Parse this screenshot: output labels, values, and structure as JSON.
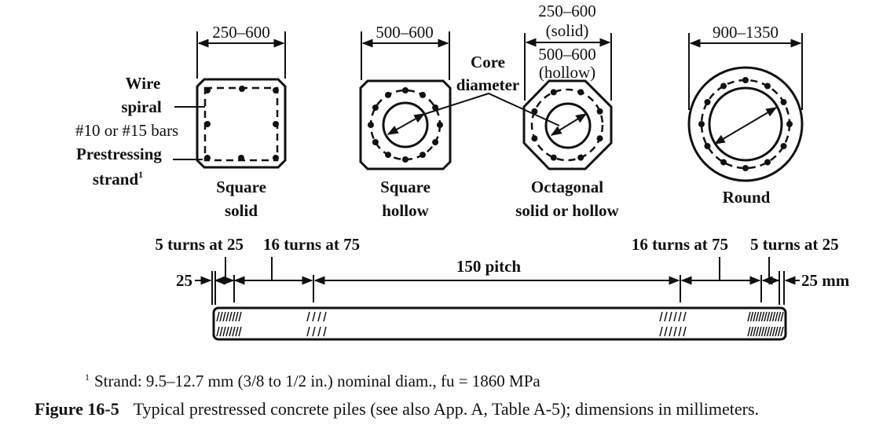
{
  "sections": {
    "square_solid": {
      "dimension": "250–600",
      "label_line1": "Square",
      "label_line2": "solid"
    },
    "square_hollow": {
      "dimension": "500–600",
      "label_line1": "Square",
      "label_line2": "hollow"
    },
    "octagonal": {
      "dimension_solid": "250–600",
      "dimension_solid_note": "(solid)",
      "dimension_hollow": "500–600",
      "dimension_hollow_note": "(hollow)",
      "label_line1": "Octagonal",
      "label_line2": "solid or hollow"
    },
    "round": {
      "dimension": "900–1350",
      "label_line1": "Round"
    }
  },
  "callouts": {
    "wire": "Wire",
    "spiral": "spiral",
    "bars": "#10 or #15 bars",
    "prestressing": "Prestressing",
    "strand": "strand",
    "strand_sup": "1",
    "core": "Core",
    "diameter": "diameter"
  },
  "elevation": {
    "left_turns_end": "5 turns at 25",
    "left_turns_mid": "16 turns at 75",
    "right_turns_mid": "16 turns at 75",
    "right_turns_end": "5 turns at 25",
    "pitch": "150 pitch",
    "left_end": "25",
    "right_end": "25 mm"
  },
  "footnote": {
    "mark": "1",
    "text": "Strand: 9.5–12.7 mm (3/8 to 1/2 in.) nominal diam., fu = 1860 MPa"
  },
  "caption": {
    "number": "Figure 16-5",
    "text": "Typical prestressed concrete piles (see also App. A, Table A-5); dimensions in millimeters."
  }
}
